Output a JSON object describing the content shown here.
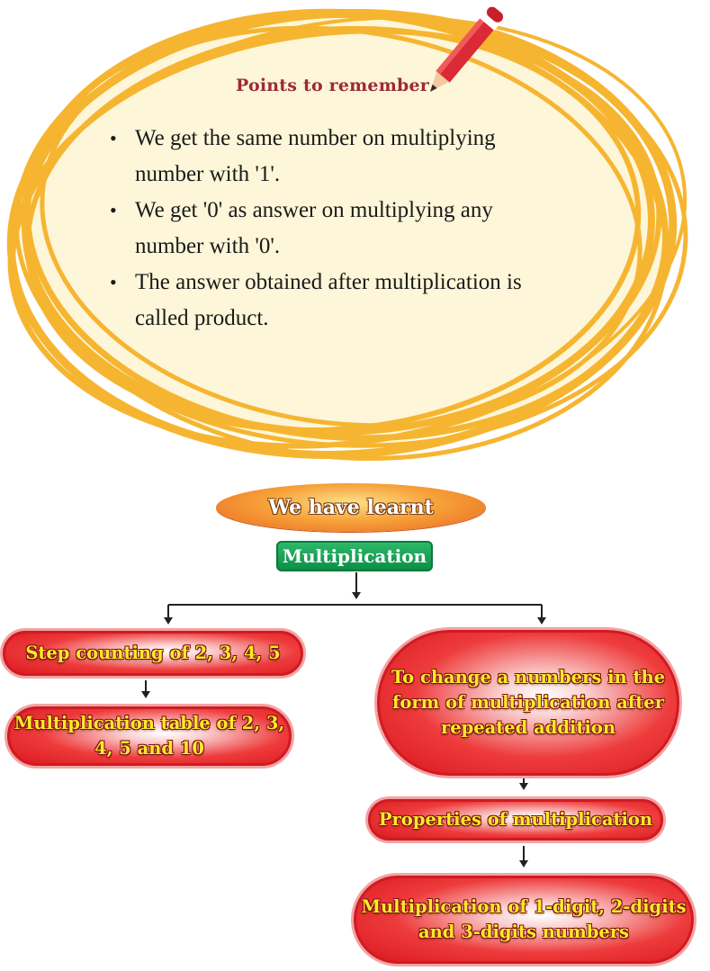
{
  "points_to_remember": {
    "title": "Points to remember",
    "items": [
      "We get the same number on multiplying number with '1'.",
      "We get '0' as answer on multiplying any number with '0'.",
      "The answer obtained after multiplication is called product."
    ]
  },
  "flow": {
    "learnt_label": "We have learnt",
    "topic_label": "Multiplication",
    "left_branch": [
      "Step counting of 2, 3, 4, 5",
      "Multiplication table of 2, 3, 4, 5 and 10"
    ],
    "right_branch": [
      "To change a numbers in the form of multiplication after repeated addition",
      "Properties of multiplication",
      "Multiplication of 1-digit, 2-digits and 3-digits numbers"
    ]
  },
  "colors": {
    "scribble": "#f6b531",
    "cloud_fill": "#fdf6d8",
    "title_red": "#9c2a3a",
    "box_red": "#e31e24",
    "box_text_yellow": "#ffe92a",
    "topic_green": "#12a050",
    "pencil_red": "#d92a36"
  },
  "icons": {
    "pencil": "pencil-icon"
  }
}
